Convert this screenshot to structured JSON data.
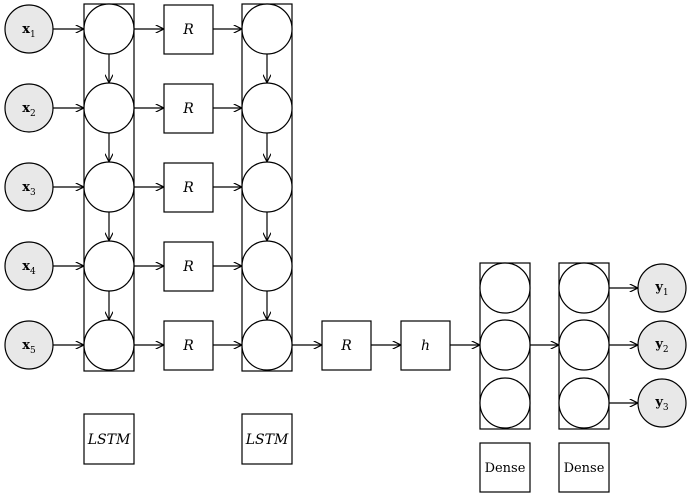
{
  "inputs": [
    {
      "base": "x",
      "sub": "1"
    },
    {
      "base": "x",
      "sub": "2"
    },
    {
      "base": "x",
      "sub": "3"
    },
    {
      "base": "x",
      "sub": "4"
    },
    {
      "base": "x",
      "sub": "5"
    }
  ],
  "outputs": [
    {
      "base": "y",
      "sub": "1"
    },
    {
      "base": "y",
      "sub": "2"
    },
    {
      "base": "y",
      "sub": "3"
    }
  ],
  "r_label": "R",
  "h_label": "h",
  "lstm_label": "LSTM",
  "dense_label": "Dense"
}
